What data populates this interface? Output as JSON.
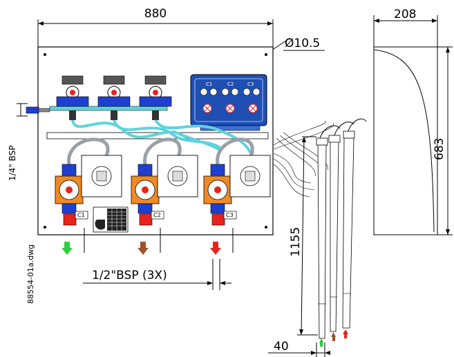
{
  "dimensions": {
    "width": "880",
    "side_depth": "208",
    "hole": "Ø10.5",
    "height": "683",
    "lance_length": "1155",
    "lance_diameter": "40"
  },
  "labels": {
    "inlet": "1/4\" BSP",
    "outlet": "1/2\"BSP  (3X)",
    "file": "88554-01a.dwg"
  },
  "circuits": [
    "C1",
    "C2",
    "C3"
  ],
  "controller": {
    "channels": [
      "C1",
      "C2",
      "C3"
    ],
    "color": "#1f4fb3"
  },
  "arrow_colors": {
    "green": "#2ecc40",
    "brown": "#a0522d",
    "red": "#e8231c"
  },
  "colors": {
    "tube": "#5fd3dc",
    "pump_orange": "#f08a24",
    "valve_blue": "#1f3fd0",
    "plate": "#ffffff"
  }
}
